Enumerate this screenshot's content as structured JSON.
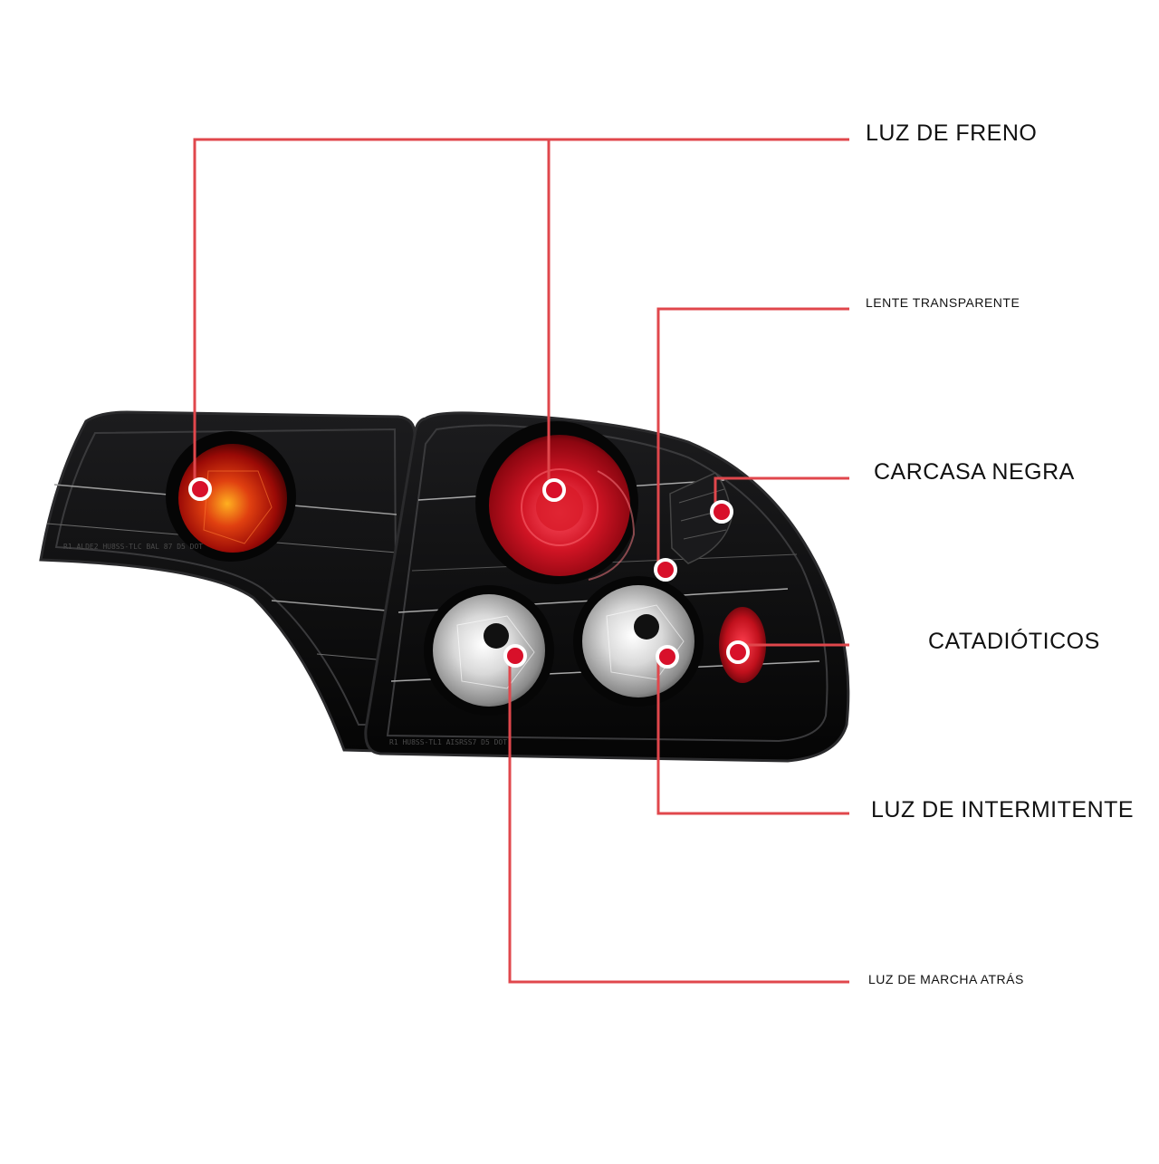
{
  "callouts": {
    "brake": "LUZ DE FRENO",
    "clear_lens": "LENTE TRANSPARENTE",
    "black_housing": "CARCASA NEGRA",
    "reflectors": "CATADIÓTICOS",
    "turn_signal": "LUZ DE INTERMITENTE",
    "reverse": "LUZ DE MARCHA ATRÁS"
  },
  "colors": {
    "leader_line": "#e0474c",
    "marker_fill": "#d8102a",
    "marker_ring": "#ffffff",
    "housing": "#0b0b0c",
    "amber_lens": "#b01808",
    "red_lens": "#c81520",
    "clear_lens": "#d8d8d8"
  },
  "lens_embossing": {
    "left_unit": "R1 ALDE2 HU8SS-TLC BAL 87 D5 DOT",
    "right_unit": "R1 HU8SS-TL1 AISRSS7 D5 DOT"
  }
}
